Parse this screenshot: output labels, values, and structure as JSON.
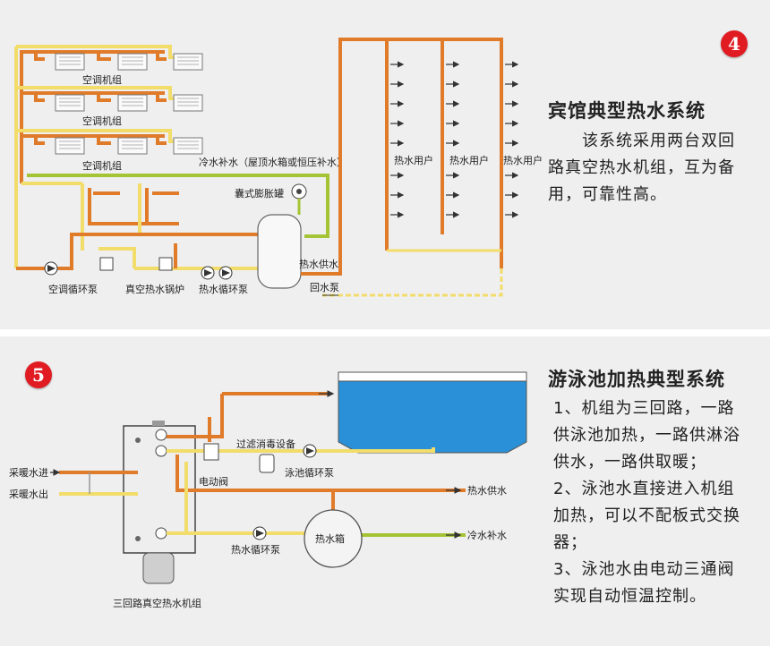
{
  "hotel": {
    "badge": "4",
    "title": "宾馆典型热水系统",
    "description": [
      "该系统采用两台双回",
      "路真空热水机组，互为备",
      "用，可靠性高。"
    ],
    "labels": {
      "ac_unit": "空调机组",
      "cold_makeup": "冷水补水（屋顶水箱或恒压补水）",
      "expansion_tank": "囊式膨胀罐",
      "hot_user": "热水用户",
      "hot_supply": "热水供水",
      "return_pump": "回水泵",
      "ac_pump": "空调循环泵",
      "boiler": "真空热水锅炉",
      "hot_pump": "热水循环泵"
    }
  },
  "pool": {
    "badge": "5",
    "title": "游泳池加热典型系统",
    "description": [
      "1、机组为三回路，一路",
      "供泳池加热，一路供淋浴",
      "供水，一路供取暖；",
      "2、泳池水直接进入机组",
      "加热，可以不配板式交换",
      "器；",
      "3、泳池水由电动三通阀",
      "实现自动恒温控制。"
    ],
    "labels": {
      "filter": "过滤消毒设备",
      "heating_in": "采暖水进",
      "heating_out": "采暖水出",
      "electric_valve": "电动阀",
      "pool_pump": "泳池循环泵",
      "hot_supply": "热水供水",
      "hot_tank": "热水箱",
      "cold_makeup": "冷水补水",
      "hot_pump": "热水循环泵",
      "unit": "三回路真空热水机组"
    }
  },
  "colors": {
    "hot_pipe": "#e07b2a",
    "warm_pipe": "#f2dc6a",
    "green_pipe": "#a4c435",
    "badge": "#e01b22",
    "pool_water": "#2a90d8"
  }
}
